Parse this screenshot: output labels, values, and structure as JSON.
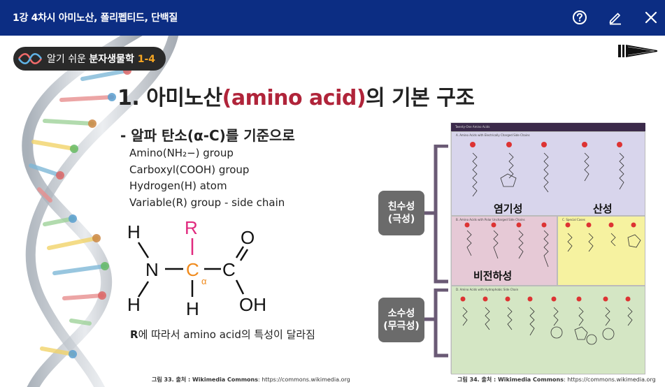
{
  "topbar": {
    "title": "1강 4차시 아미노산, 폴리펩티드, 단백질",
    "help_icon": "help-circle-icon",
    "edit_icon": "pencil-icon",
    "close_icon": "close-icon"
  },
  "slide": {
    "badge": {
      "prefix": "알기 쉬운 ",
      "bold": "분자생물학 ",
      "number": "1-4"
    },
    "heading": {
      "part1": "1. 아미노산",
      "part2": "(amino acid)",
      "part3": "의 기본 구조"
    },
    "sub_heading": "- 알파 탄소(α-C)를 기준으로",
    "groups": [
      "Amino(NH₂−) group",
      "Carboxyl(COOH) group",
      "Hydrogen(H) atom",
      "Variable(R) group - side chain"
    ],
    "structure": {
      "R": "R",
      "H": "H",
      "N": "N",
      "C": "C",
      "alpha": "α",
      "O": "O",
      "OH": "OH"
    },
    "r_note": {
      "bold": "R",
      "rest": "에 따라서 amino acid의 특성이 달라짐"
    },
    "caption_left": {
      "bold": "그림 33. 출처 : Wikimedia Commons",
      "rest": ": https://commons.wikimedia.org"
    },
    "caption_right": {
      "bold": "그림 34. 출처 : Wikimedia Commons",
      "rest": ": https://commons.wikimedia.org"
    },
    "figure": {
      "hydrophilic_label": [
        "친수성",
        "(극성)"
      ],
      "hydrophobic_label": [
        "소수성",
        "(무극성)"
      ],
      "chart_title": "Twenty-One Amino Acids",
      "panel_a": "A. Amino Acids with Electrically Charged Side Chains",
      "panel_b": "B. Amino Acids with Polar Uncharged Side Chains",
      "panel_c": "C. Special Cases",
      "panel_d": "D. Amino Acids with Hydrophobic Side Chain",
      "basic_label": "염기성",
      "acidic_label": "산성",
      "nonpolar_label": "비전하성"
    },
    "colors": {
      "topbar": "#0c2d83",
      "accent_red": "#b0243a",
      "r_magenta": "#e0297e",
      "alpha_orange": "#f08a1c"
    }
  }
}
